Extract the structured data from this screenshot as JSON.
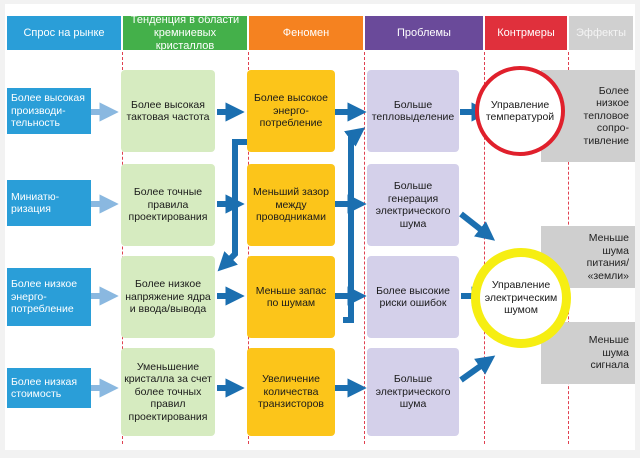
{
  "headers": {
    "demand": "Спрос на рынке",
    "trend": "Тенденция в области кремниевых кристаллов",
    "phenomenon": "Феномен",
    "problems": "Проблемы",
    "countermeasures": "Контрмеры",
    "effects": "Эффекты"
  },
  "colors": {
    "demand": "#2a9ed8",
    "trend_header": "#44b04a",
    "trend_box": "#d6ebc0",
    "phenomenon_header": "#f58220",
    "phenomenon_box": "#fcc51a",
    "problems_header": "#6a4a9a",
    "problems_box": "#d4d0ea",
    "countermeasures_header": "#e0303c",
    "effects_box": "#cfcfcf",
    "arrow_dark": "#1b6fb0",
    "arrow_light": "#8ab8e0",
    "circle_red": "#e0202c",
    "circle_yellow": "#f6ee12"
  },
  "demand": [
    "Более высокая производи-тельность",
    "Миниатю-ризация",
    "Более низкое энерго-потребление",
    "Более низкая стоимость"
  ],
  "trend": [
    "Более высокая тактовая частота",
    "Более точные правила проектирования",
    "Более низкое напряжение ядра и ввода/вывода",
    "Уменьшение кристалла за счет более точных правил проектирования"
  ],
  "phenomenon": [
    "Более высокое энерго-потребление",
    "Меньший зазор между проводниками",
    "Меньше запас по шумам",
    "Увеличение количества транзисторов"
  ],
  "problems": [
    "Больше тепловыделение",
    "Больше генерация электрического шума",
    "Более высокие риски ошибок",
    "Больше электрического шума"
  ],
  "countermeasures": {
    "thermal": "Управление температурой",
    "noise": "Управление электрическим шумом"
  },
  "effects": [
    "Более низкое тепловое сопро-тивление",
    "Меньше шума питания/ «земли»",
    "Меньше шума сигнала"
  ]
}
